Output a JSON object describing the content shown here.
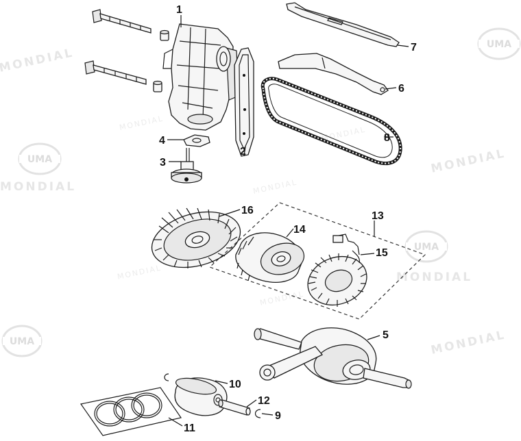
{
  "callouts": [
    {
      "id": "1",
      "label": "1"
    },
    {
      "id": "2",
      "label": "2"
    },
    {
      "id": "3",
      "label": "3"
    },
    {
      "id": "4",
      "label": "4"
    },
    {
      "id": "5",
      "label": "5"
    },
    {
      "id": "6",
      "label": "6"
    },
    {
      "id": "7",
      "label": "7"
    },
    {
      "id": "8",
      "label": "8"
    },
    {
      "id": "9",
      "label": "9"
    },
    {
      "id": "10",
      "label": "10"
    },
    {
      "id": "11",
      "label": "11"
    },
    {
      "id": "12",
      "label": "12"
    },
    {
      "id": "13",
      "label": "13"
    },
    {
      "id": "14",
      "label": "14"
    },
    {
      "id": "15",
      "label": "15"
    },
    {
      "id": "16",
      "label": "16"
    }
  ],
  "watermark": {
    "brand_text": "MONDIAL",
    "logo_text": "UMA"
  }
}
